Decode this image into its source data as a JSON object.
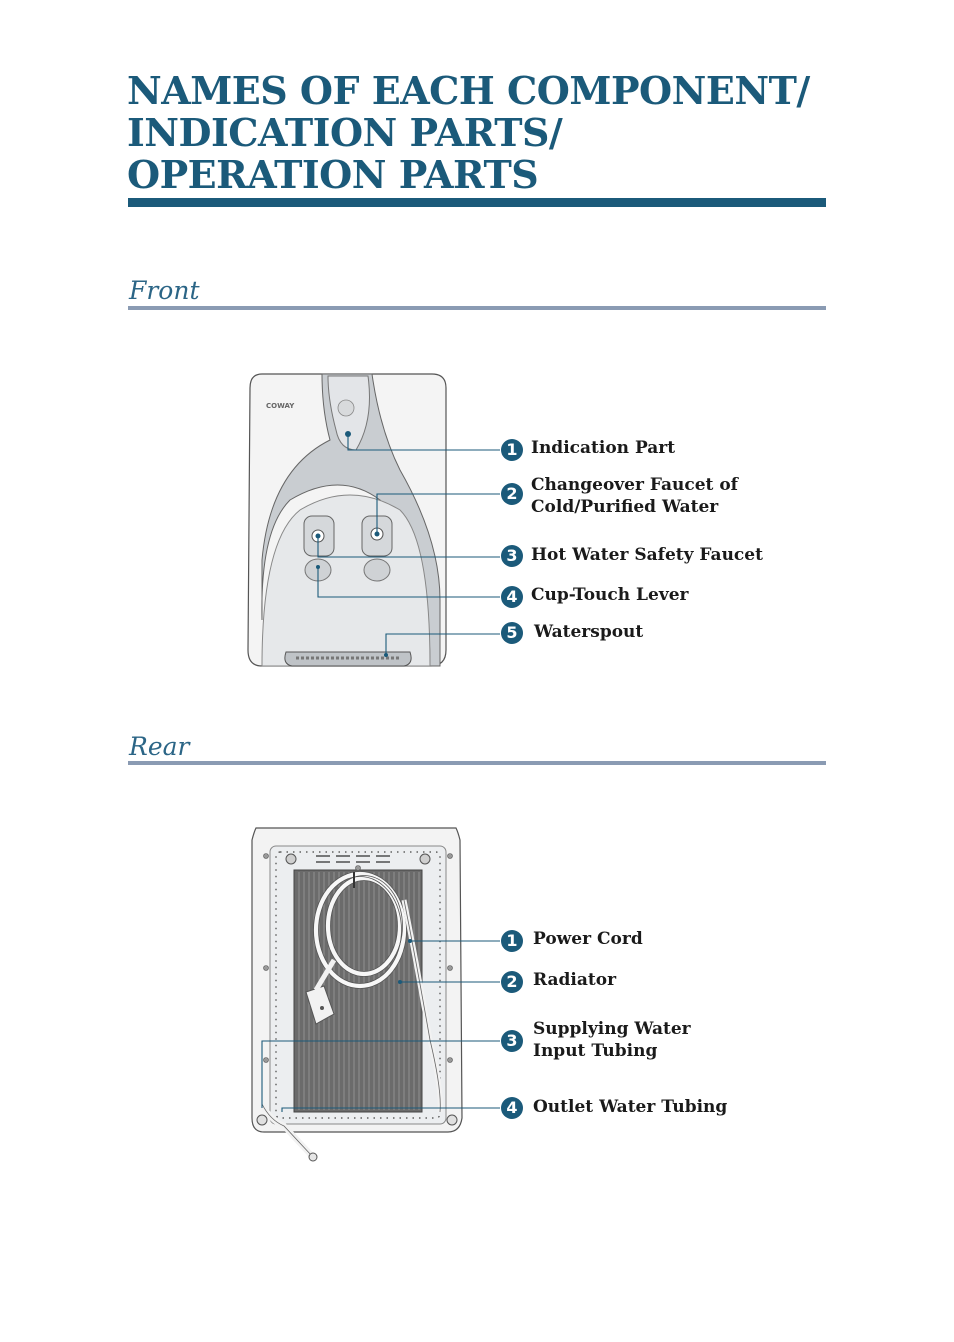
{
  "title": {
    "line1": "NAMES OF EACH COMPONENT/",
    "line2": "INDICATION PARTS/",
    "line3": "OPERATION PARTS"
  },
  "front": {
    "heading": "Front",
    "brand": "COWAY",
    "callouts": [
      {
        "num": "1",
        "label": "Indication Part"
      },
      {
        "num": "2",
        "label_line1": "Changeover Faucet of",
        "label_line2": "Cold/Purified Water"
      },
      {
        "num": "3",
        "label": "Hot Water Safety Faucet"
      },
      {
        "num": "4",
        "label": "Cup-Touch Lever"
      },
      {
        "num": "5",
        "label": "Waterspout"
      }
    ]
  },
  "rear": {
    "heading": "Rear",
    "callouts": [
      {
        "num": "1",
        "label": "Power Cord"
      },
      {
        "num": "2",
        "label": "Radiator"
      },
      {
        "num": "3",
        "label_line1": "Supplying Water",
        "label_line2": "Input Tubing"
      },
      {
        "num": "4",
        "label": "Outlet Water Tubing"
      }
    ]
  },
  "colors": {
    "title": "#1b5a7a",
    "section_rule": "#8a9bb3",
    "callout_badge": "#1b5a7a"
  }
}
